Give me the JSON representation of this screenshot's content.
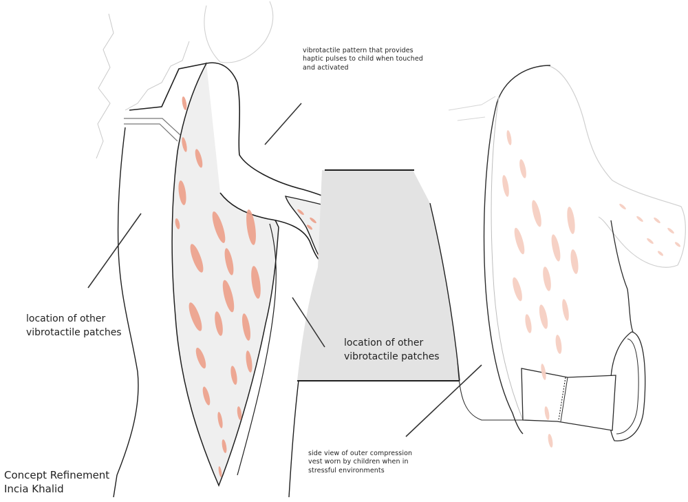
{
  "annotations": {
    "pattern_note": "vibrotactile pattern that provides\nhaptic pulses to child when touched\nand activated",
    "patches_left": "location of other\nvibrotactile patches",
    "patches_center": "location of other\nvibrotactile patches",
    "side_view_note": "side view of outer compression\nvest worn by children when in\nstressful environments"
  },
  "credits": {
    "title": "Concept Refinement",
    "author": "Incia Khalid"
  },
  "colors": {
    "outline": "#1e1e1e",
    "faint_outline": "#bdbdbd",
    "vest_fill": "#efefef",
    "patch_panel": "#e3e3e3",
    "pattern": "#ec9f88",
    "pattern_faint": "#f5cfc2"
  }
}
